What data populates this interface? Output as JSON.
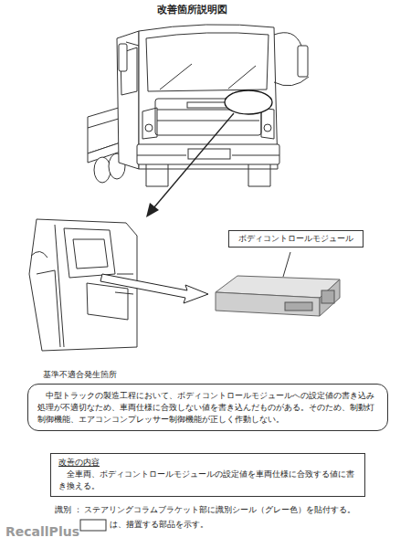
{
  "diagram": {
    "title": "改善箇所説明図",
    "nodes": [
      {
        "text": [
          "ボディコントロールモジュール"
        ]
      },
      {
        "text": [
          "基準不適合発生箇所",
          "中型トラックの製造工程において、ボディコントロールモジュールへの設定値の書き込み処理が不適切なため、車両仕様に合致しない値を書き込んだものがある。そのため、制動灯制御機能、エアコンコンプレッサー制御機能が正しく作動しない。"
        ]
      },
      {
        "text": [
          "改善の内容",
          "全車両、ボディコントロールモジュールの設定値を車両仕様に合致する値に書き換える。"
        ]
      }
    ],
    "labels": [
      "識別 ： ステアリングコラムブラケット部に識別シール（グレー色）を貼付する。",
      "は、措置する部品を示す。",
      "RecallPlus"
    ]
  }
}
